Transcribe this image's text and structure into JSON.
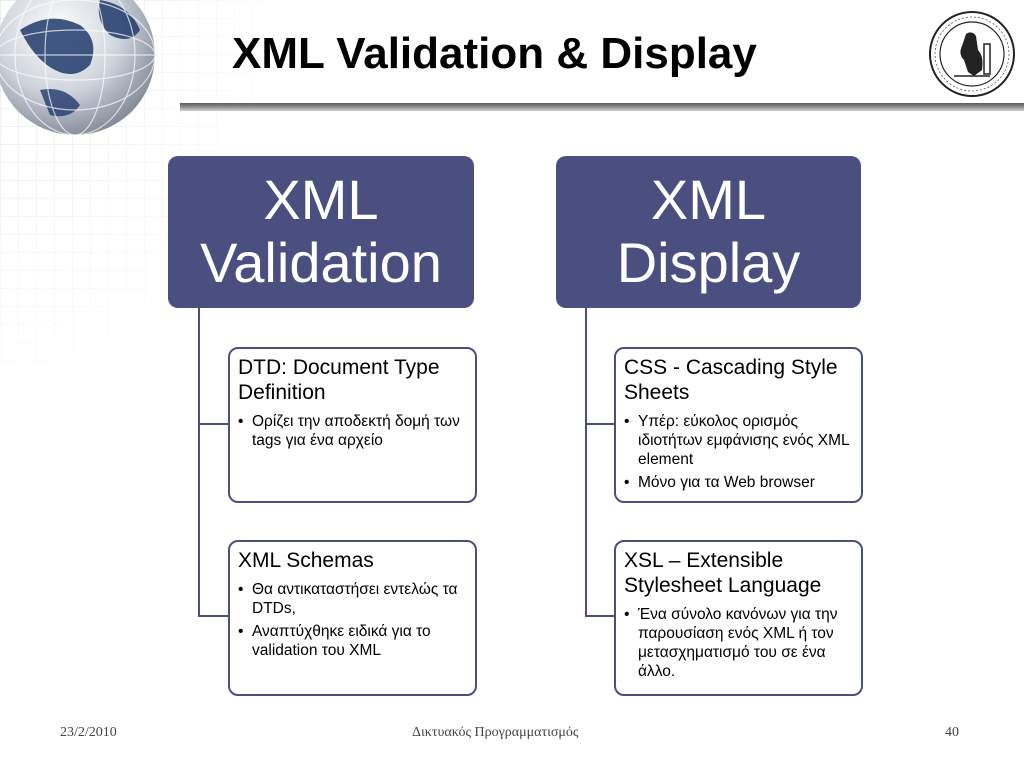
{
  "slide": {
    "title": "XML Validation & Display"
  },
  "columns": [
    {
      "header": [
        "XML",
        "Validation"
      ],
      "cards": [
        {
          "title": "DTD: Document Type Definition",
          "bullets": [
            "Ορίζει την αποδεκτή δομή των tags για ένα αρχείο"
          ]
        },
        {
          "title": "XML Schemas",
          "bullets": [
            "Θα αντικαταστήσει εντελώς τα DTDs,",
            "Αναπτύχθηκε ειδικά για το validation του  XML"
          ]
        }
      ]
    },
    {
      "header": [
        "XML",
        "Display"
      ],
      "cards": [
        {
          "title": "CSS - Cascading Style Sheets",
          "bullets": [
            "Υπέρ: εύκολος ορισμός ιδιοτήτων εμφάνισης ενός XML element",
            "Μόνο για τα Web browser"
          ]
        },
        {
          "title": "XSL – Extensible Stylesheet Language",
          "bullets": [
            "Ένα σύνολο κανόνων για την παρουσίαση ενός XML ή τον μετασχηματισμό του σε ένα άλλο."
          ]
        }
      ]
    }
  ],
  "footer": {
    "date": "23/2/2010",
    "course": "Δικτυακός Προγραμματισμός",
    "page": "40"
  },
  "colors": {
    "accent": "#4a4f80"
  },
  "icons": {
    "globe": "globe-icon",
    "logo": "university-seal-logo"
  }
}
